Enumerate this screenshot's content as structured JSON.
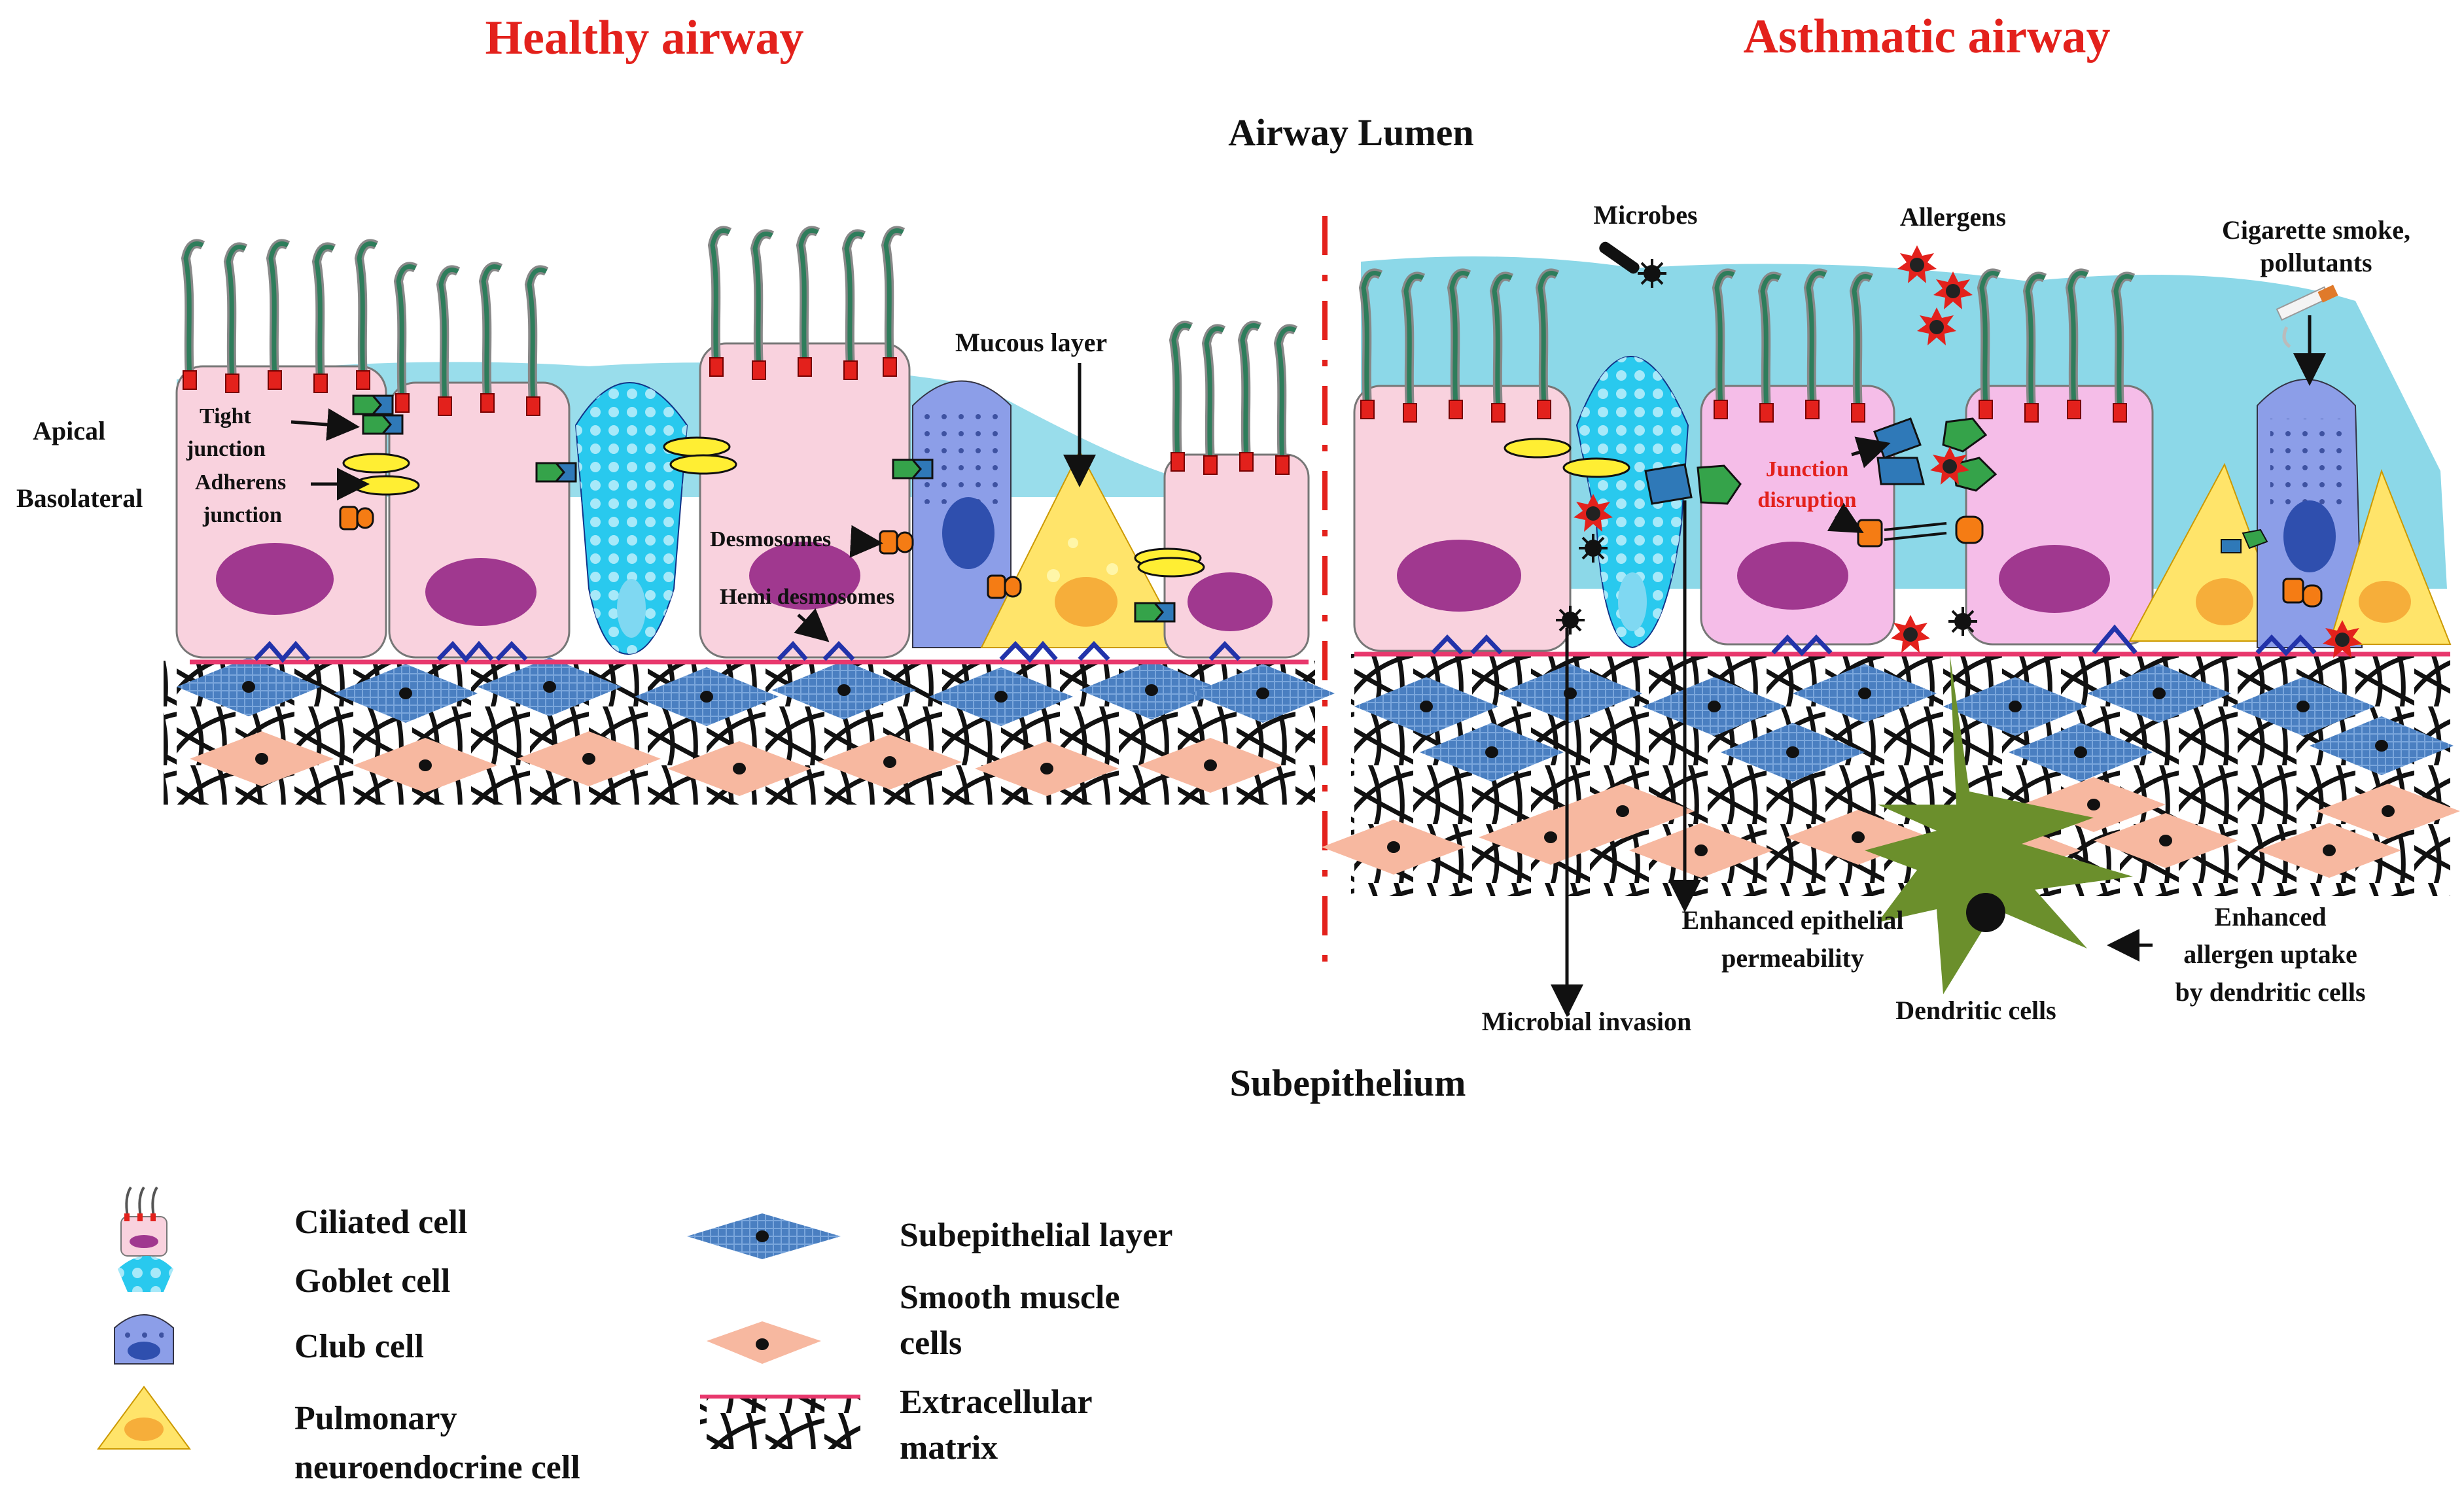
{
  "titles": {
    "healthy": "Healthy airway",
    "asthmatic": "Asthmatic airway",
    "lumen": "Airway Lumen",
    "subepithelium": "Subepithelium"
  },
  "side_labels": {
    "apical": "Apical",
    "basolateral": "Basolateral"
  },
  "healthy_labels": {
    "tight_1": "Tight",
    "tight_2": "junction",
    "adherens_1": "Adherens",
    "adherens_2": "junction",
    "desmosomes": "Desmosomes",
    "hemi": "Hemi desmosomes",
    "mucous": "Mucous  layer"
  },
  "asthma_labels": {
    "microbes": "Microbes",
    "allergens": "Allergens",
    "smoke_1": "Cigarette smoke,",
    "smoke_2": "pollutants",
    "disruption_1": "Junction",
    "disruption_2": "disruption",
    "permeability_1": "Enhanced  epithelial",
    "permeability_2": "permeability",
    "invasion": "Microbial  invasion",
    "dendritic": "Dendritic  cells",
    "uptake_1": "Enhanced",
    "uptake_2": "allergen uptake",
    "uptake_3": "by dendritic  cells"
  },
  "legend": {
    "ciliated": "Ciliated cell",
    "goblet": "Goblet cell",
    "club": "Club cell",
    "pnec_1": "Pulmonary",
    "pnec_2": "neuroendocrine cell",
    "subepithelial": "Subepithelial layer",
    "smooth_1": "Smooth muscle",
    "smooth_2": "cells",
    "ecm_1": "Extracellular",
    "ecm_2": "matrix"
  },
  "colors": {
    "title_red": "#e3211c",
    "ciliated_cell": "#f9d2de",
    "goblet_cell": "#29c9ee",
    "club_cell": "#8c9ee8",
    "pnec_cell": "#ffe46a",
    "mucus": "#7fd4e6",
    "nucleus": "#a0388f",
    "subepithelial": "#4a7fc1",
    "smooth_muscle": "#f7b8a0",
    "basement_membrane": "#e8386d",
    "dendritic": "#6b8f2c"
  }
}
